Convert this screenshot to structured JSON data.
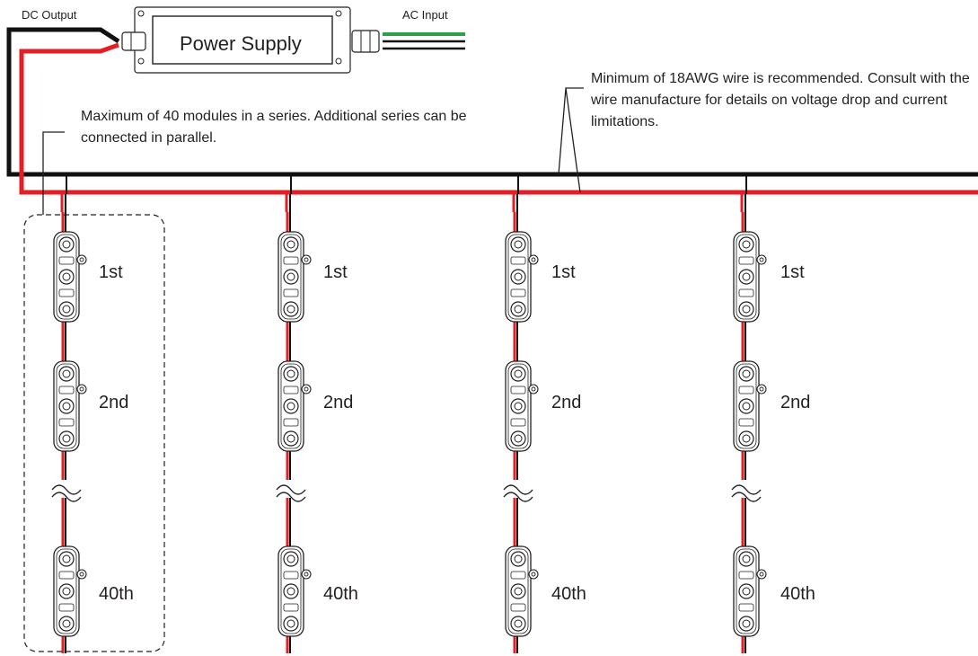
{
  "labels": {
    "dc_output": "DC Output",
    "ac_input": "AC Input",
    "power_supply": "Power Supply"
  },
  "notes": {
    "series_max": "Maximum of 40 modules in a series. Additional series can be connected in parallel.",
    "wire_gauge": "Minimum of 18AWG wire is recommended. Consult with the wire manufacture for details on voltage drop and current limitations."
  },
  "series": [
    {
      "modules": [
        "1st",
        "2nd",
        "40th"
      ]
    },
    {
      "modules": [
        "1st",
        "2nd",
        "40th"
      ]
    },
    {
      "modules": [
        "1st",
        "2nd",
        "40th"
      ]
    },
    {
      "modules": [
        "1st",
        "2nd",
        "40th"
      ]
    }
  ],
  "colors": {
    "positive_wire": "#e31e24",
    "negative_wire": "#111111",
    "ground_wire": "#2e9e48",
    "outline": "#231f20",
    "module_fill": "#ffffff"
  }
}
